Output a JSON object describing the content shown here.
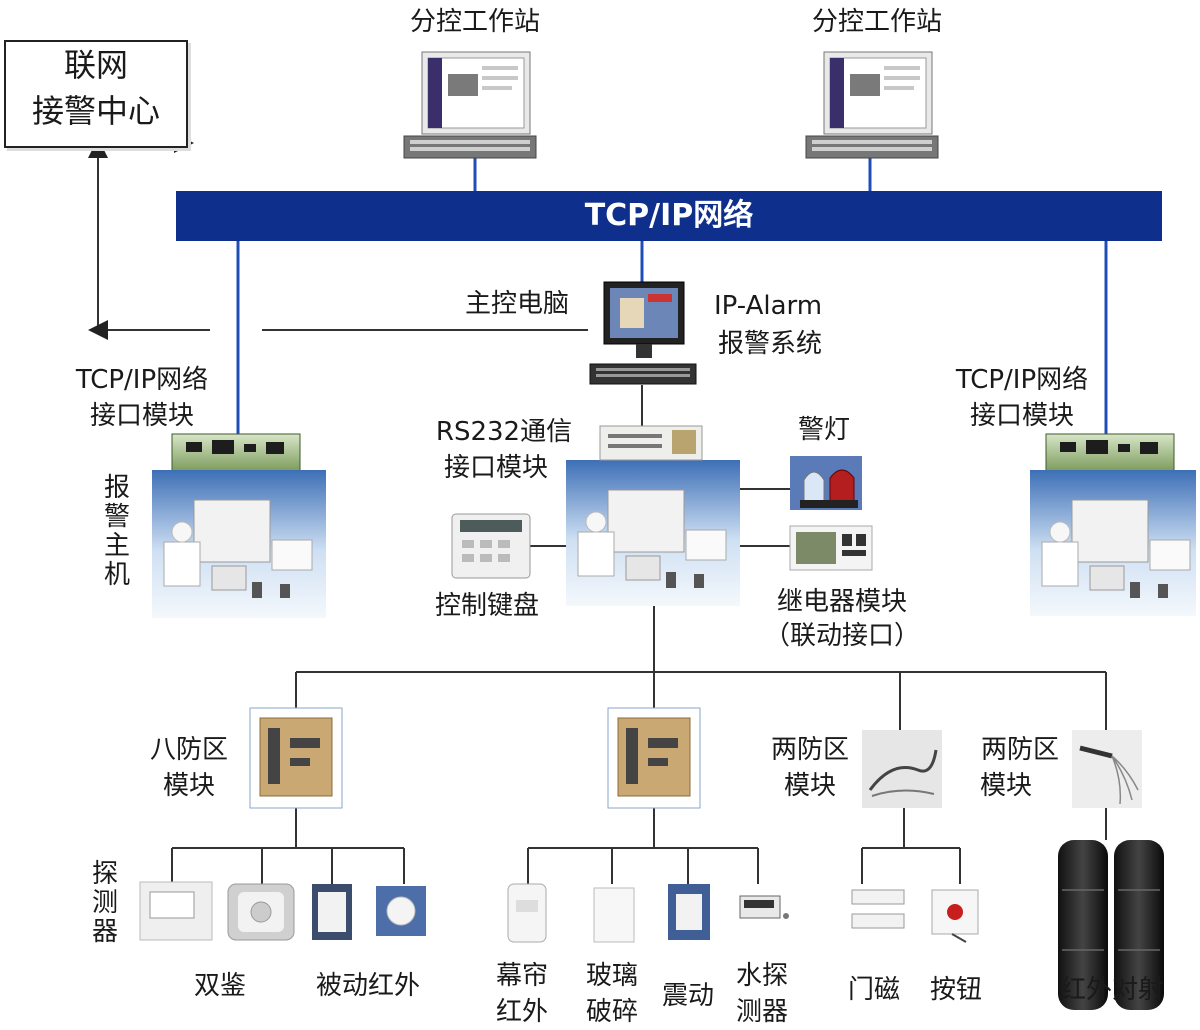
{
  "alarm_center": [
    "联网",
    "接警中心"
  ],
  "network_label": "TCP/IP网络",
  "workstations": [
    "分控工作站",
    "分控工作站"
  ],
  "main_pc": {
    "label": "主控电脑",
    "system": [
      "IP-Alarm",
      "报警系统"
    ]
  },
  "tcp_module_left": [
    "TCP/IP网络",
    "接口模块"
  ],
  "tcp_module_right": [
    "TCP/IP网络",
    "接口模块"
  ],
  "alarm_host": "报警主机",
  "rs232": [
    "RS232通信",
    "接口模块"
  ],
  "warning_light": "警灯",
  "keypad": "控制键盘",
  "relay": [
    "继电器模块",
    "（联动接口）"
  ],
  "eight_zone": [
    "八防区",
    "模块"
  ],
  "two_zone_a": [
    "两防区",
    "模块"
  ],
  "two_zone_b": [
    "两防区",
    "模块"
  ],
  "detector_label": "探测器",
  "detectors": {
    "dual_tech": "双鉴",
    "pir": "被动红外",
    "curtain": [
      "幕帘",
      "红外"
    ],
    "glass_break": [
      "玻璃",
      "破碎"
    ],
    "vibration": "震动",
    "water": [
      "水探",
      "测器"
    ],
    "door_contact": "门磁",
    "button": "按钮",
    "ir_beam": "红外对射"
  },
  "colors": {
    "network": "#0e2f8c",
    "line": "#333333",
    "link": "#1f4fb5"
  }
}
